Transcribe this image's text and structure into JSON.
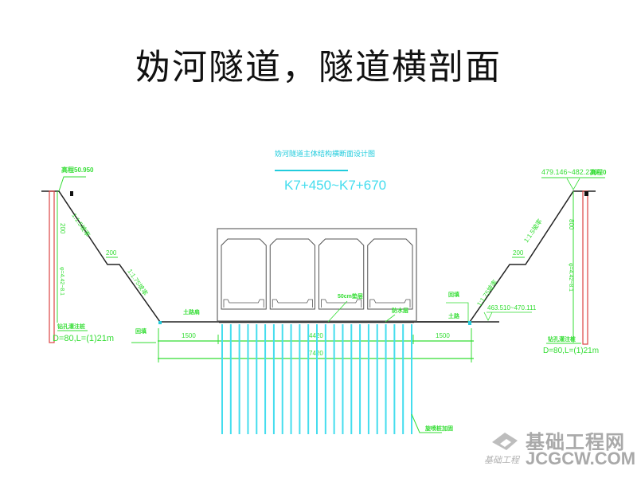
{
  "slide": {
    "title": "妫河隧道，隧道横剖面"
  },
  "drawing": {
    "header_label": "妫河隧道主体结构横断面设计图",
    "station_range": "K7+450~K7+670",
    "left_side": {
      "top_label": "高程50.950",
      "slope_upper": "1:1.5坡率",
      "slope_lower": "1:1.75坡率",
      "berm_width": "200",
      "pile_height_dim": "200",
      "pile_note_1": "φ=4.42~8.1",
      "pile_spec_title": "钻孔灌注桩",
      "pile_spec": "D=80,L=(1)21m",
      "base_label_1": "回填",
      "base_label_2": "土路肩",
      "offset_dim": "1500"
    },
    "right_side": {
      "top_label": "479.146~482.236",
      "top_label_suffix": "高程0",
      "slope_upper": "1:1.5坡率",
      "slope_lower": "1:1.75坡率",
      "berm_width": "200",
      "elevation_label": "463.510~470.111",
      "pile_height_dim": "800",
      "pile_note_1": "φ=4.42~8.1",
      "pile_spec_title": "钻孔灌注桩",
      "pile_spec": "D=80,L=(1)21m",
      "base_label_1": "回填",
      "base_label_2": "土路",
      "offset_dim": "1500"
    },
    "structure": {
      "cell_count": 4,
      "label_bottom": "50cm垫层",
      "label_right": "防水层"
    },
    "dimensions": {
      "middle_width": "4420",
      "total_width": "7420"
    },
    "piles": {
      "count": 23,
      "label": "旋喷桩加固"
    },
    "colors": {
      "line": "#222222",
      "dimension": "#33dd33",
      "pile": "#44ddee",
      "retaining": "#dd4444",
      "structure": "#555555"
    }
  },
  "watermark": {
    "cn": "基础工程网",
    "en": "JCGCW.COM",
    "small": "基础工程"
  }
}
